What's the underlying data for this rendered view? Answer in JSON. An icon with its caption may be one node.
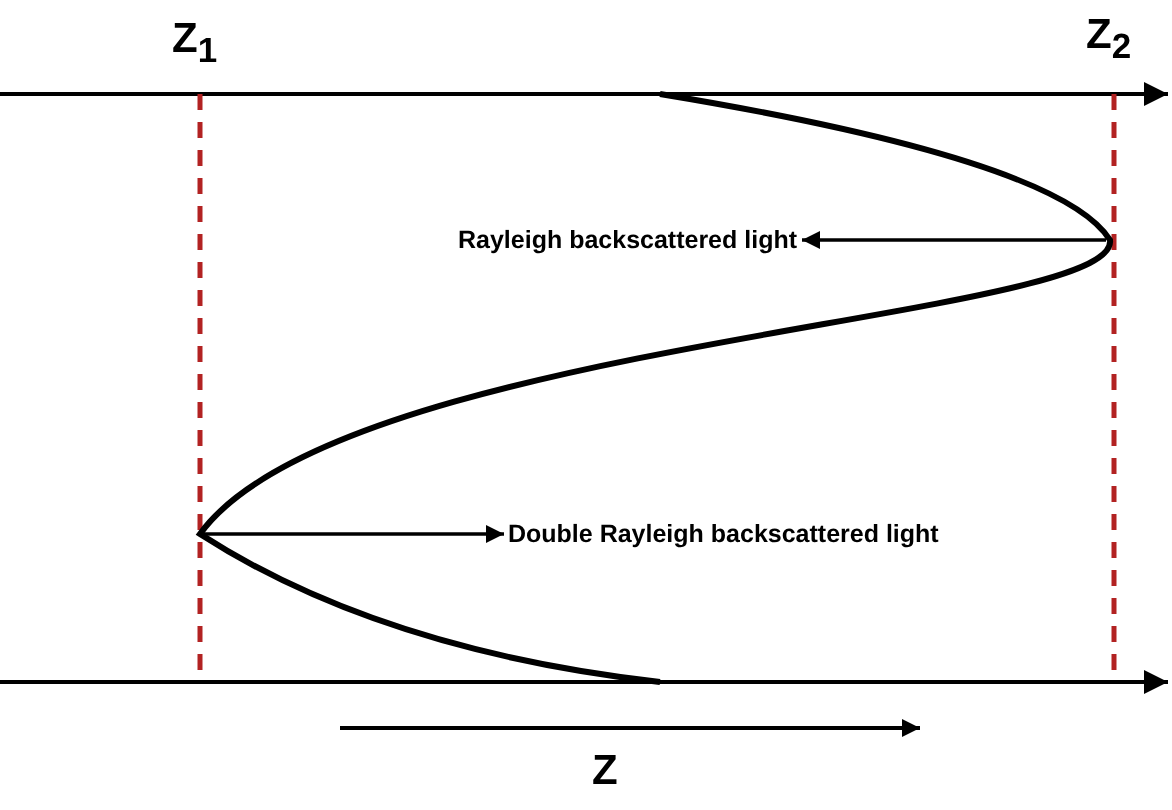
{
  "diagram": {
    "nodes": [
      {
        "text": [
          "Rayleigh backscattered light"
        ]
      },
      {
        "text": [
          "Double Rayleigh backscattered light"
        ]
      }
    ],
    "edges": [
      {
        "from": null,
        "to": 0,
        "arrow": "to"
      },
      {
        "from": null,
        "to": 1,
        "arrow": "to"
      }
    ],
    "labels": [
      "Z$_{1}$",
      "Z$_{2}$",
      "Z"
    ]
  }
}
